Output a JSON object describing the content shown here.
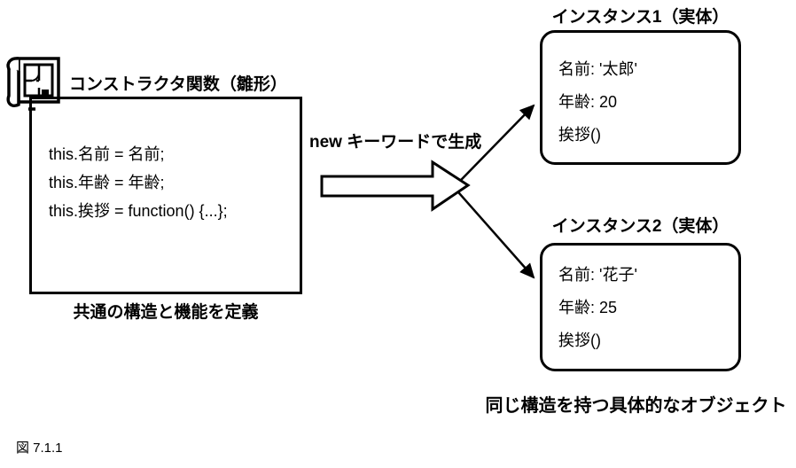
{
  "figure_label": "図 7.1.1",
  "constructor_box": {
    "title": "コンストラクタ関数（雛形）",
    "icon": "blueprint-scroll-icon",
    "code_lines": [
      "this.名前 = 名前;",
      "this.年齢 = 年齢;",
      "this.挨拶 = function() {...};"
    ],
    "caption": "共通の構造と機能を定義"
  },
  "arrow": {
    "label": "new キーワードで生成"
  },
  "instances": [
    {
      "title": "インスタンス1（実体）",
      "fields": [
        "名前: '太郎'",
        "年齢: 20",
        "挨拶()"
      ]
    },
    {
      "title": "インスタンス2（実体）",
      "fields": [
        "名前: '花子'",
        "年齢: 25",
        "挨拶()"
      ]
    }
  ],
  "instances_caption": "同じ構造を持つ具体的なオブジェクト",
  "colors": {
    "stroke": "#000000",
    "background": "#ffffff"
  }
}
